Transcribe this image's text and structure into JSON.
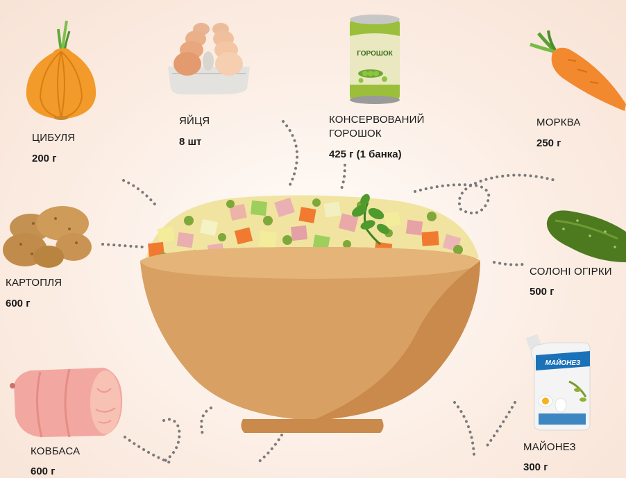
{
  "ingredients": {
    "onion": {
      "name": "ЦИБУЛЯ",
      "amount": "200 г"
    },
    "eggs": {
      "name": "ЯЙЦЯ",
      "amount": "8 шт"
    },
    "peas": {
      "name_line1": "КОНСЕРВОВАНИЙ",
      "name_line2": "ГОРОШОК",
      "amount": "425 г (1 банка)",
      "can_label": "ГОРОШОК"
    },
    "carrot": {
      "name": "МОРКВА",
      "amount": "250 г"
    },
    "potato": {
      "name": "КАРТОПЛЯ",
      "amount": "600 г"
    },
    "pickles": {
      "name": "СОЛОНІ ОГІРКИ",
      "amount": "500 г"
    },
    "sausage": {
      "name": "КОВБАСА",
      "amount": "600 г"
    },
    "mayonnaise": {
      "name": "МАЙОНЕЗ",
      "amount": "300 г",
      "pack_label": "МАЙОНЕЗ"
    }
  },
  "colors": {
    "background": "#fbece2",
    "bowl": "#d9a063",
    "bowl_shadow": "#c98a4c",
    "dots": "#777777",
    "text": "#1a1a1a"
  }
}
